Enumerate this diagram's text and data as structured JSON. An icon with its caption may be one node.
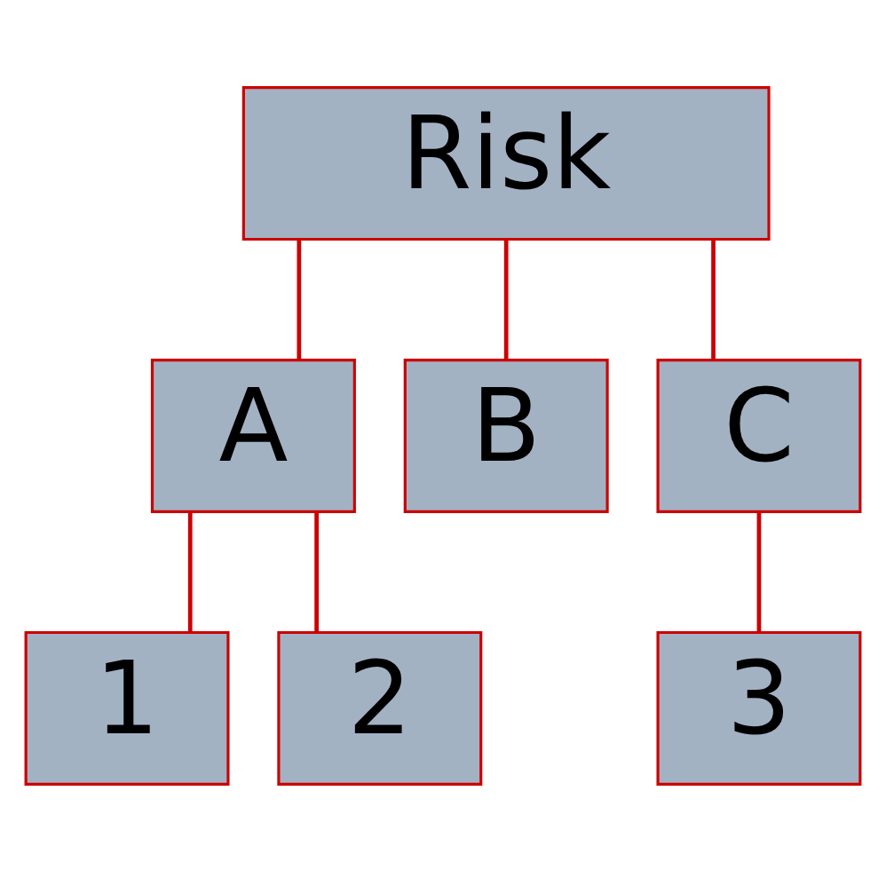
{
  "diagram": {
    "nodes": [
      {
        "text": [
          "Risk"
        ]
      },
      {
        "text": [
          "A"
        ]
      },
      {
        "text": [
          "B"
        ]
      },
      {
        "text": [
          "C"
        ]
      },
      {
        "text": [
          "1"
        ]
      },
      {
        "text": [
          "2"
        ]
      },
      {
        "text": [
          "3"
        ]
      }
    ],
    "edges": [
      {
        "from": 0,
        "to": 1,
        "arrow": "none"
      },
      {
        "from": 0,
        "to": 2,
        "arrow": "none"
      },
      {
        "from": 0,
        "to": 3,
        "arrow": "none"
      },
      {
        "from": 1,
        "to": 4,
        "arrow": "none"
      },
      {
        "from": 1,
        "to": 5,
        "arrow": "none"
      },
      {
        "from": 3,
        "to": 6,
        "arrow": "none"
      }
    ]
  }
}
